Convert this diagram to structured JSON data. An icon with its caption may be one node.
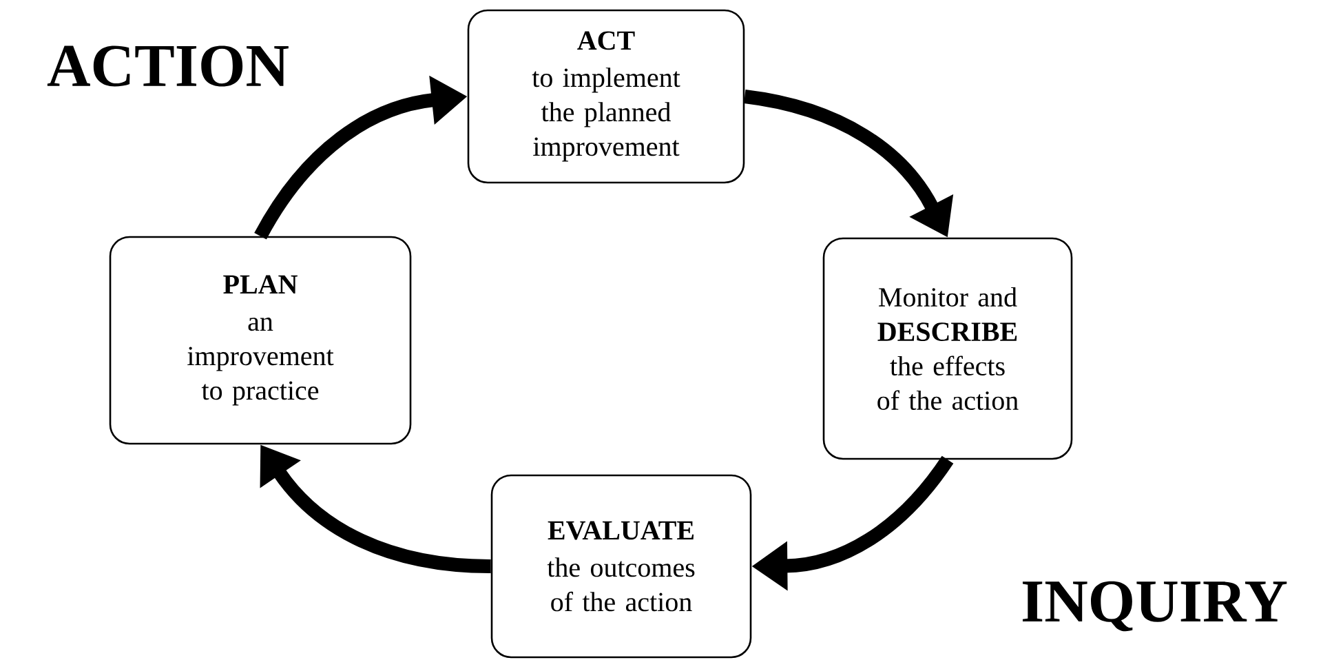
{
  "diagram": {
    "nodes": [
      {
        "text": [
          "ACT",
          "to implement the planned improvement"
        ]
      },
      {
        "text": [
          "Monitor and **DESCRIBE** the effects of the action"
        ]
      },
      {
        "text": [
          "EVALUATE",
          "the outcomes of the action"
        ]
      },
      {
        "text": [
          "PLAN",
          "an improvement to practice"
        ]
      }
    ],
    "edges": [
      {
        "from": 0,
        "to": 1,
        "arrow": "to"
      },
      {
        "from": 1,
        "to": 2,
        "arrow": "to"
      },
      {
        "from": 2,
        "to": 3,
        "arrow": "to"
      },
      {
        "from": 3,
        "to": 0,
        "arrow": "to"
      }
    ],
    "labels": [
      "ACTION",
      "INQUIRY"
    ]
  }
}
